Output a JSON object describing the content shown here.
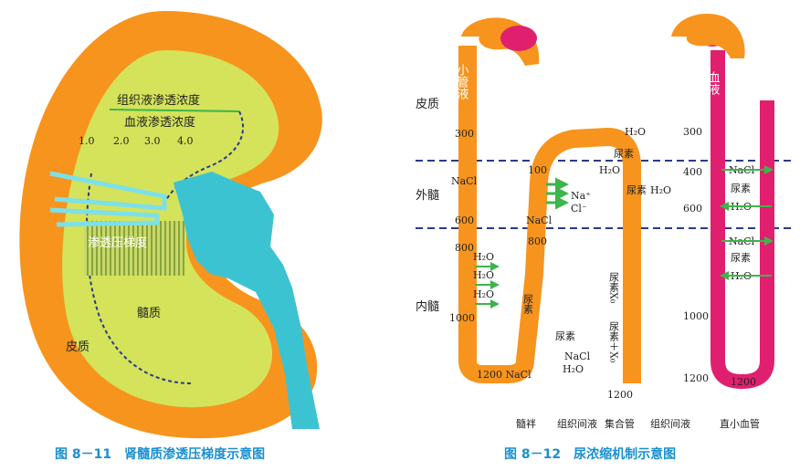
{
  "left": {
    "caption": "图 8－11　肾髓质渗透压梯度示意图",
    "tissue_label": "组织液渗透浓度",
    "blood_label": "血液渗透浓度",
    "scale_values": [
      "1.0",
      "2.0",
      "3.0",
      "4.0"
    ],
    "gradient_label": "渗透压梯度",
    "medulla_label": "髓质",
    "cortex_label": "皮质"
  },
  "right": {
    "caption": "图 8－12　尿浓缩机制示意图",
    "zones": [
      "皮质",
      "外髓",
      "内髓"
    ],
    "tubule_label": "小管液",
    "blood_label": "血液",
    "loop_values": [
      "300",
      "600",
      "800",
      "1000",
      "1200"
    ],
    "distal_values": [
      "100",
      "800"
    ],
    "collecting_value": "1200",
    "vessel_values": [
      "300",
      "400",
      "600",
      "1000",
      "1200"
    ],
    "vessel_bottom_value": "1200",
    "nacl": "NaCl",
    "h2o": "H₂O",
    "urea": "尿素",
    "na": "Na⁺",
    "cl": "Cl⁻",
    "urea_x": "尿素X₀",
    "urea_x_plus": "尿素＋X₀",
    "loop_bottom_label": "1200 NaCl",
    "bottom_labels": [
      "髓袢",
      "组织间液",
      "集合管",
      "组织间液",
      "直小血管"
    ]
  },
  "colors": {
    "orange": "#f7941d",
    "green": "#d4e35a",
    "cyan": "#3cc3d2",
    "pink": "#e0206e",
    "dash": "#2b3a8a",
    "arrow": "#3db54a",
    "caption": "#1a8fd0"
  }
}
